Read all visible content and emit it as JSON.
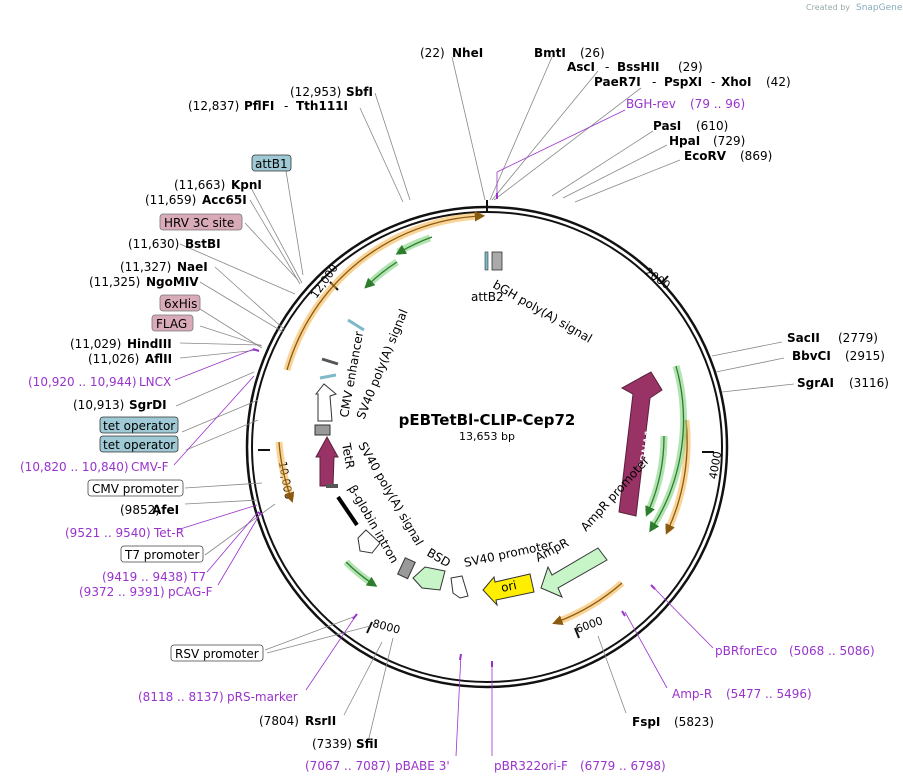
{
  "plasmid": {
    "name": "pEBTetBl-CLIP-Cep72",
    "size_label": "13,653 bp",
    "credit_prefix": "Created by",
    "credit_brand": "SnapGene"
  },
  "ticks": [
    "2000",
    "4000",
    "6000",
    "8000",
    "10,000",
    "12,000"
  ],
  "enzymes": [
    {
      "name": "NheI",
      "pos": "(22)"
    },
    {
      "name": "BmtI",
      "pos": "(26)"
    },
    {
      "name": "AscI",
      "extra": "BssHII",
      "pos": "(29)"
    },
    {
      "name": "PaeR7I",
      "extra": "PspXI",
      "extra2": "XhoI",
      "pos": "(42)"
    },
    {
      "name": "PasI",
      "pos": "(610)"
    },
    {
      "name": "HpaI",
      "pos": "(729)"
    },
    {
      "name": "EcoRV",
      "pos": "(869)"
    },
    {
      "name": "SacII",
      "pos": "(2779)"
    },
    {
      "name": "BbvCI",
      "pos": "(2915)"
    },
    {
      "name": "SgrAI",
      "pos": "(3116)"
    },
    {
      "name": "FspI",
      "pos": "(5823)"
    },
    {
      "name": "SfiI",
      "pos": "(7339)"
    },
    {
      "name": "RsrII",
      "pos": "(7804)"
    },
    {
      "name": "AfeI",
      "pos": "(9852)"
    },
    {
      "name": "SgrDI",
      "pos": "(10,913)"
    },
    {
      "name": "AflII",
      "pos": "(11,026)"
    },
    {
      "name": "HindIII",
      "pos": "(11,029)"
    },
    {
      "name": "NgoMIV",
      "pos": "(11,325)"
    },
    {
      "name": "NaeI",
      "pos": "(11,327)"
    },
    {
      "name": "BstBI",
      "pos": "(11,630)"
    },
    {
      "name": "Acc65I",
      "pos": "(11,659)"
    },
    {
      "name": "KpnI",
      "pos": "(11,663)"
    },
    {
      "name": "PflFI",
      "extra": "Tth111I",
      "pos": "(12,837)"
    },
    {
      "name": "SbfI",
      "pos": "(12,953)"
    }
  ],
  "primers": [
    {
      "name": "BGH-rev",
      "range": "(79 .. 96)"
    },
    {
      "name": "pBRforEco",
      "range": "(5068 .. 5086)"
    },
    {
      "name": "Amp-R",
      "range": "(5477 .. 5496)"
    },
    {
      "name": "pBR322ori-F",
      "range": "(6779 .. 6798)"
    },
    {
      "name": "pBABE 3'",
      "range": "(7067 .. 7087)"
    },
    {
      "name": "pRS-marker",
      "range": "(8118 .. 8137)"
    },
    {
      "name": "pCAG-F",
      "range": "(9372 .. 9391)"
    },
    {
      "name": "T7",
      "range": "(9419 .. 9438)"
    },
    {
      "name": "Tet-R",
      "range": "(9521 .. 9540)"
    },
    {
      "name": "CMV-F",
      "range": "(10,820 .. 10,840)"
    },
    {
      "name": "LNCX",
      "range": "(10,920 .. 10,944)"
    }
  ],
  "boxed_labels": {
    "attB1": "attB1",
    "hrv": "HRV 3C site",
    "his": "6xHis",
    "flag": "FLAG",
    "tetop1": "tet operator",
    "tetop2": "tet operator",
    "cmvprom": "CMV promoter",
    "t7prom": "T7 promoter",
    "rsvprom": "RSV promoter"
  },
  "features": {
    "bgh": "bGH poly(A) signal",
    "attB2": "attB2",
    "sv40pa_top": "SV40 poly(A) signal",
    "cmv_enh": "CMV enhancer",
    "tetr": "TetR",
    "sv40pa_bot": "SV40 poly(A) signal",
    "bglobin": "β-globin intron",
    "bsd": "BSD",
    "sv40prom": "SV40 promoter",
    "ampr": "AmpR",
    "ampr_prom": "AmpR promoter",
    "ori": "ori",
    "ebna1": "EBNA1"
  },
  "colors": {
    "primer": "#9933cc",
    "orange_arc": "#f5b041",
    "green_arc": "#2e9d2e",
    "ebna1": "#993366",
    "ampr": "#c8f5c8",
    "ori": "#ffee00",
    "attb_box": "#9fc9d4",
    "tag_box": "#d9aab8"
  }
}
